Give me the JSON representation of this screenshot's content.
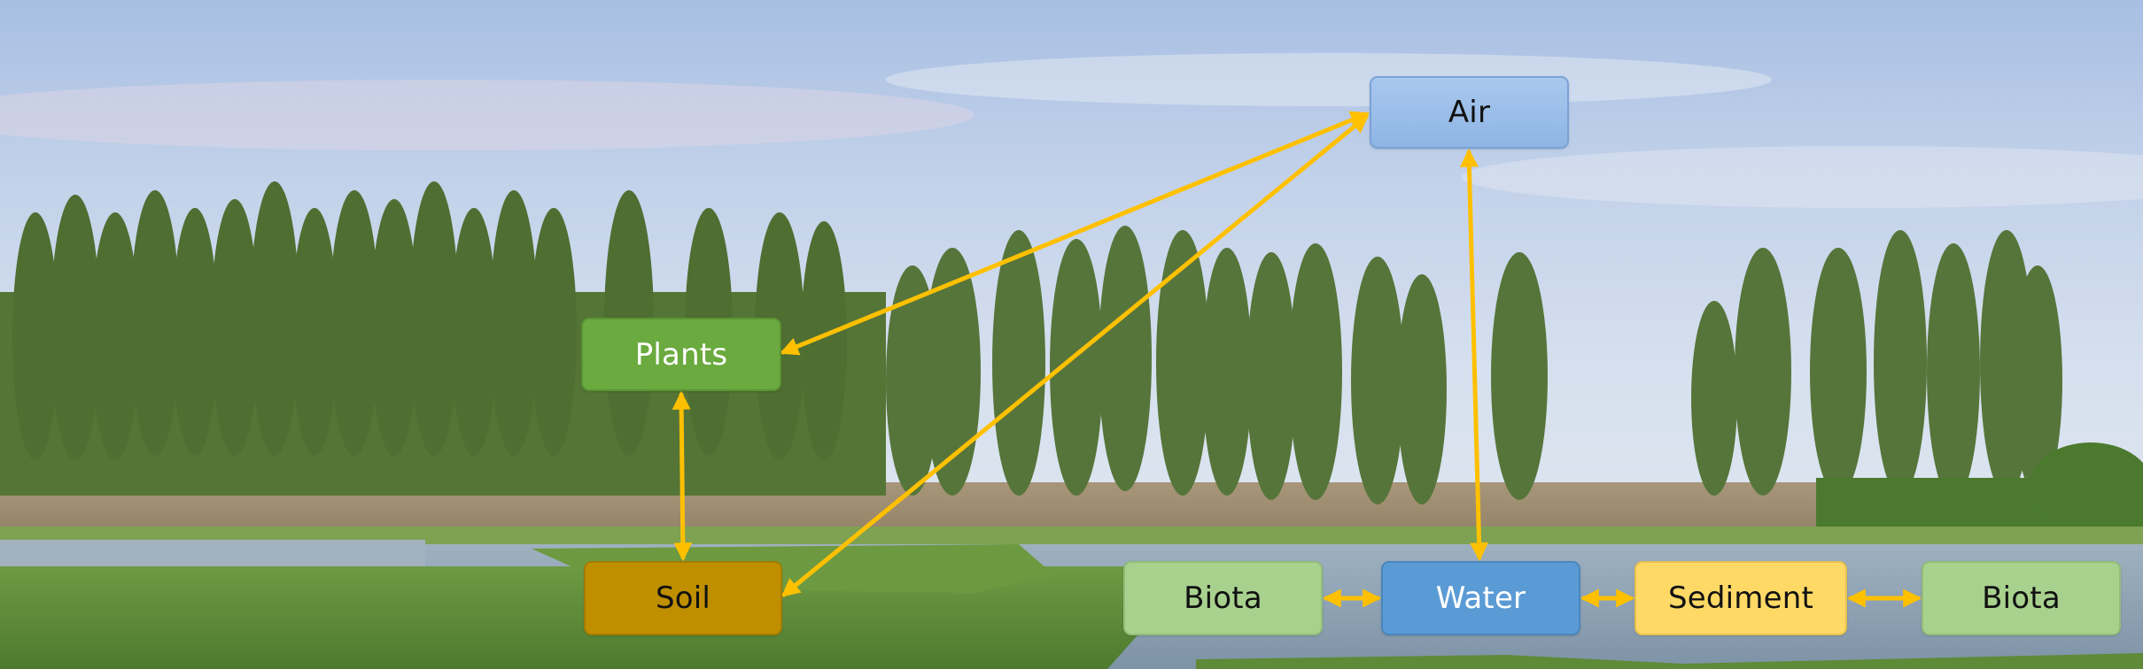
{
  "diagram": {
    "nodes": {
      "air": "Air",
      "plants": "Plants",
      "soil": "Soil",
      "biota_left": "Biota",
      "water": "Water",
      "sediment": "Sediment",
      "biota_right": "Biota"
    },
    "edges": [
      {
        "from": "plants",
        "to": "air",
        "direction": "both"
      },
      {
        "from": "soil",
        "to": "air",
        "direction": "both"
      },
      {
        "from": "plants",
        "to": "soil",
        "direction": "both"
      },
      {
        "from": "water",
        "to": "air",
        "direction": "both"
      },
      {
        "from": "biota_left",
        "to": "water",
        "direction": "both"
      },
      {
        "from": "water",
        "to": "sediment",
        "direction": "both"
      },
      {
        "from": "sediment",
        "to": "biota_right",
        "direction": "both"
      }
    ],
    "arrow_color": "#ffc000"
  },
  "background": {
    "description_icon": "landscape-photo",
    "sky_color": "#b9cde6",
    "tree_color": "#4f6e32",
    "field_color": "#9e8e72",
    "grass_color": "#6b9440",
    "water_color": "#8fa4b4"
  }
}
